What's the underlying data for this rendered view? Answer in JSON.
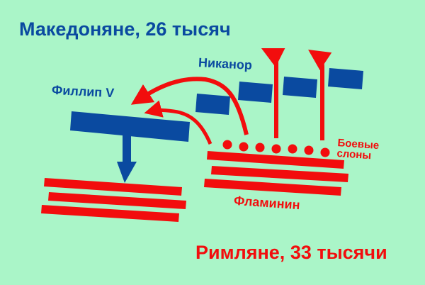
{
  "title_macedonians": "Македоняне, 26 тысяч",
  "title_romans": "Римляне, 33 тысячи",
  "labels": {
    "philip": "Филлип V",
    "nicanor": "Никанор",
    "flamininus": "Фламинин",
    "elephants_line1": "Боевые",
    "elephants_line2": "слоны"
  },
  "colors": {
    "background": "#aaf5c8",
    "macedonian": "#0a4aa0",
    "roman": "#f20d0d"
  }
}
